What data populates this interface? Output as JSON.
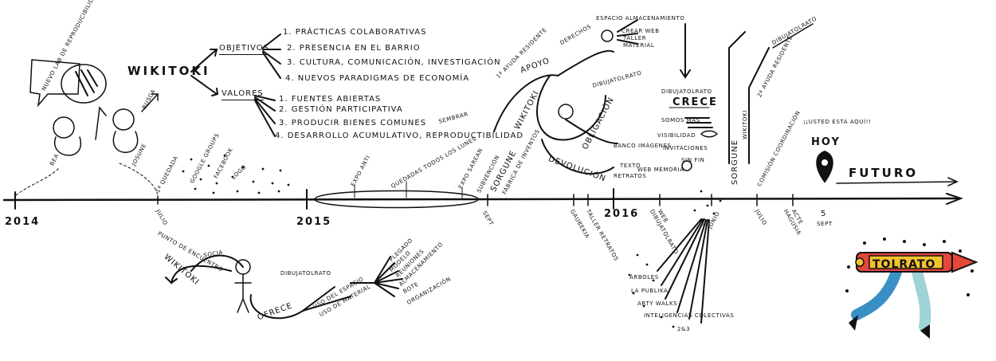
{
  "timeline": {
    "years": [
      "2014",
      "2015",
      "2016"
    ],
    "future": "FUTURO",
    "today_note": "¡¡USTED ESTÁ AQUÍ!!",
    "today": "HOY",
    "today_date": "5",
    "today_month": "SEPT"
  },
  "header": {
    "title": "WIKITOKI",
    "objetivos_label": "OBJETIVOS",
    "objetivos": [
      "1. PRÁCTICAS COLABORATIVAS",
      "2. PRESENCIA EN EL BARRIO",
      "3. CULTURA, COMUNICACIÓN, INVESTIGACIÓN",
      "4. NUEVOS PARADIGMAS DE ECONOMÍA"
    ],
    "valores_label": "VALORES",
    "valores": [
      "1. FUENTES ABIERTAS",
      "2. GESTIÓN PARTICIPATIVA",
      "3. PRODUCIR BIENES COMUNES",
      "4. DESARROLLO ACUMULATIVO, REPRODUCTIBILIDAD"
    ]
  },
  "people": {
    "bea": "BEA",
    "josune": "JOSUNE",
    "busca": "BUSCA",
    "bubble": "NUEVO LAB DE REPRODUCIBILIDAD"
  },
  "events_2014": {
    "primera_quedada": "1ª QUEDADA",
    "google_groups": "GOOGLE GROUPS",
    "facebook": "FACEBOOK",
    "logo": "LOGO",
    "julio": "JULIO"
  },
  "events_2015": {
    "expo_anti": "EXPO ANTI",
    "quedadas": "QUEDADAS TODOS LOS LUNES",
    "expo_saresan": "EXPO SAREAN",
    "subvencion": "SUBVENCIÓN",
    "sorgune": "SORGUNE",
    "fabrica": "FÁBRICA DE INVENTOS",
    "sembrar": "SEMBRAR",
    "sept": "SEPT"
  },
  "wikitoki_ofrece": {
    "punto_encuentro": "PUNTO DE ENCUENTRO",
    "wikitoki": "WIKITOKI",
    "socia": "SOCIA",
    "ofrece": "OFRECE",
    "dibujatolrato": "DIBUJATOLRATO",
    "uso_espacio": "USO DEL ESPACIO",
    "uso_material": "USO DE MATERIAL",
    "items": [
      "PLEGADO",
      "MODELO",
      "REUNIONES",
      "ALMACENAMIENTO",
      "BOTE",
      "ORGANIZACIÓN"
    ]
  },
  "relacion": {
    "una_ayuda": "1ª AYUDA RESIDENTE",
    "apoyo": "APOYO",
    "wikitoki": "WIKITOKI",
    "derechos": "DERECHOS",
    "espacio": "ESPACIO ALMACENAMIENTO",
    "crear_web": "CREAR WEB",
    "taller": "TALLER",
    "material": "MATERIAL",
    "dibujatolrato": "DIBUJATOLRATO",
    "obligacion": "OBLIGACIÓN",
    "devolucion": "DEVOLUCIÓN",
    "banco": "BANCO IMÁGENES",
    "texto": "TEXTO",
    "web_memoria": "WEB MEMORIA",
    "retratos": "RETRATOS"
  },
  "crece": {
    "label_top": "DIBUJATOLRATO",
    "label": "CRECE",
    "somos": "SOMOS MÁS",
    "visibilidad": "VISIBILIDAD",
    "invitaciones": "INVITACIONES",
    "sin_fin": "SIN FIN"
  },
  "events_2016": {
    "gaubekia": "GAUBEKIA",
    "taller_retratos": "TALLER RETRATOS",
    "web": "WEB",
    "dibujatolrato": "DIBUJATOLRATO",
    "junio": "JUNIO",
    "julio": "JULIO",
    "comision": "COMISIÓN COORDINACIÓN",
    "acte": "ACTE",
    "hagusia": "HAGUSIA",
    "sorgune": "SORGUNE",
    "wikitoki": "WIKITOKI",
    "ayuda2": "2ª AYUDA RESIDENTE",
    "dibujatolrato2": "DIBUJATOLRATO"
  },
  "junio_items": [
    "ÁRBOLES",
    "LA PUBLIKA",
    "ARTY WALKS",
    "INTELIGENCIAS COLECTIVAS",
    "2&3"
  ],
  "logo": {
    "text": "TOLRATO"
  },
  "colors": {
    "ink": "#111111",
    "logo_red": "#e4463a",
    "logo_yellow": "#f2c230",
    "logo_blue": "#3a8fc4",
    "logo_teal": "#9fd3d6"
  }
}
